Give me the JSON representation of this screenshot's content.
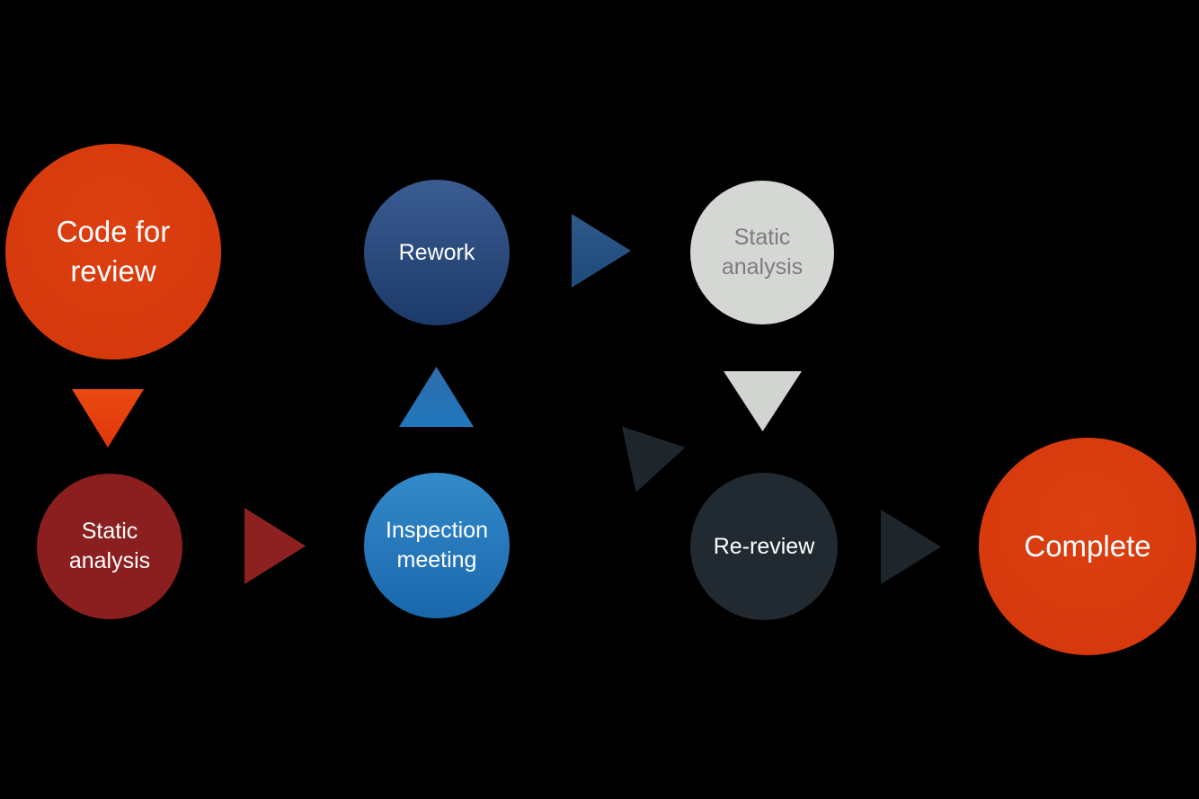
{
  "diagram": {
    "background_color": "#000000",
    "nodes": [
      {
        "id": "code-for-review",
        "label": "Code for review",
        "fill": "#d5380c",
        "text_color": "#ffffff"
      },
      {
        "id": "static-analysis-1",
        "label": "Static analysis",
        "fill": "#8b1f1f",
        "text_color": "#ffffff"
      },
      {
        "id": "rework",
        "label": "Rework",
        "fill_top": "#3a5c92",
        "fill_bottom": "#1c3a69",
        "text_color": "#ffffff"
      },
      {
        "id": "inspection-meeting",
        "label": "Inspection meeting",
        "fill_top": "#338ac9",
        "fill_bottom": "#1a67ac",
        "text_color": "#ffffff"
      },
      {
        "id": "static-analysis-2",
        "label": "Static analysis",
        "fill": "#d5d7d4",
        "text_color": "#7c7c7c"
      },
      {
        "id": "re-review",
        "label": "Re-review",
        "fill": "#212a30",
        "text_color": "#ffffff"
      },
      {
        "id": "complete",
        "label": "Complete",
        "fill": "#d5380c",
        "text_color": "#ffffff"
      }
    ],
    "connectors": [
      {
        "id": "code-to-static-analysis",
        "direction": "down",
        "color": "#e0360a"
      },
      {
        "id": "static-analysis-to-inspection",
        "direction": "right",
        "color": "#8d2020"
      },
      {
        "id": "inspection-to-rework",
        "direction": "up",
        "color": "#2077bb"
      },
      {
        "id": "rework-to-static-analysis-2",
        "direction": "right",
        "color": "#2e5988"
      },
      {
        "id": "static-analysis-2-to-rereview",
        "direction": "down",
        "color": "#d2d4d1"
      },
      {
        "id": "inspection-to-rereview",
        "direction": "right-diagonal",
        "color": "#1e262c"
      },
      {
        "id": "rereview-to-complete",
        "direction": "right",
        "color": "#1e262c"
      }
    ]
  }
}
